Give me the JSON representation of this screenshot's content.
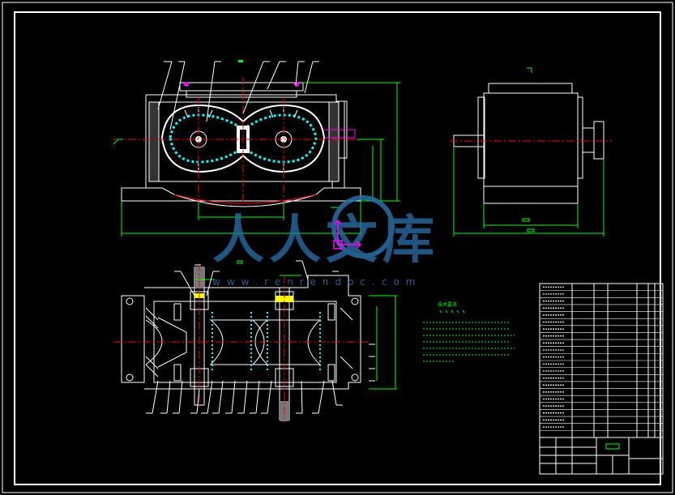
{
  "drawing": {
    "background": "#000000",
    "line_color": "#ffffff",
    "dim_color": "#00ff00",
    "center_color": "#ff0000",
    "hatch_color": "#00ffff",
    "accent_color": "#ff00ff",
    "yellow_color": "#ffff00"
  },
  "watermark": {
    "brand_cjk": "人人文库",
    "url": "www.renrendoc.com",
    "color": "#2a6fa8"
  },
  "notes": {
    "title_lines": [
      "技术要求"
    ]
  },
  "title_block": {
    "rows": 22
  }
}
